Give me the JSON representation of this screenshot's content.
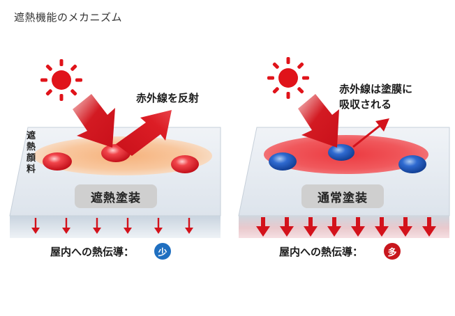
{
  "title": "遮熱機能のメカニズム",
  "left_panel": {
    "reflect_label": "赤外線を反射",
    "pigment_label": "遮熱顔料",
    "coating_label": "遮熱塗装",
    "heat_label": "屋内への熱伝導：",
    "heat_badge": "少",
    "badge_color": "#1f6fc0"
  },
  "right_panel": {
    "absorb_label_line1": "赤外線は塗膜に",
    "absorb_label_line2": "吸収される",
    "coating_label": "通常塗装",
    "heat_label": "屋内への熱伝導：",
    "heat_badge": "多",
    "badge_color": "#c8161d"
  },
  "colors": {
    "arrow_red": "#d3121b",
    "sun_red": "#e0131a",
    "pigment_red": "#e3222a",
    "pigment_blue": "#1f5fbf",
    "panel_light": "#e9eef4"
  }
}
